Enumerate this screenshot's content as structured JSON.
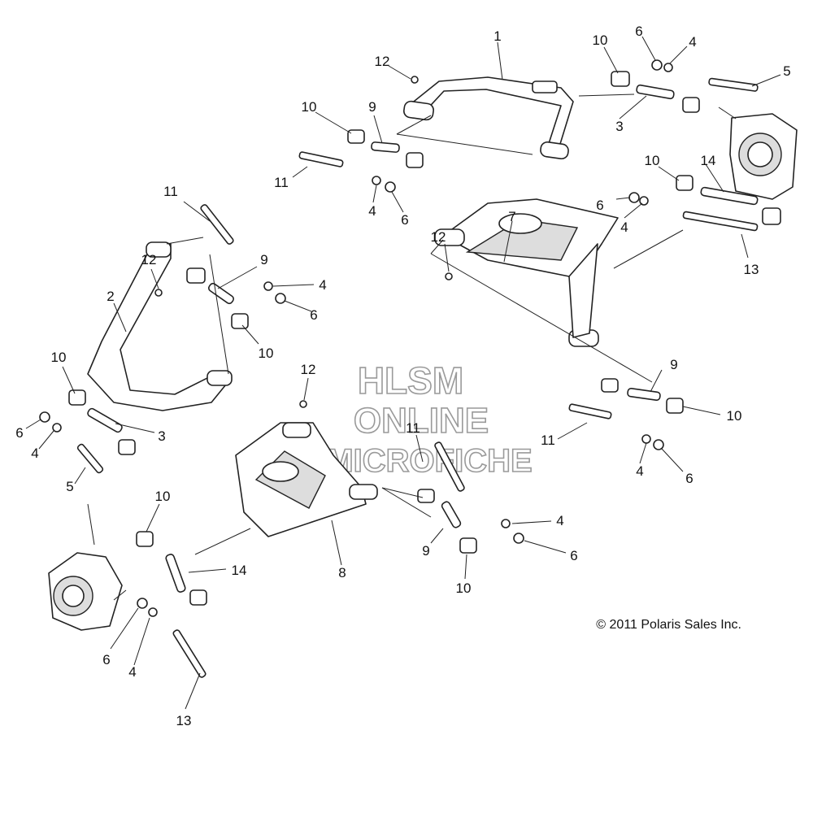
{
  "diagram": {
    "watermark": [
      "HLSM",
      "ONLINE",
      "MICROFICHE"
    ],
    "copyright": "© 2011 Polaris Sales Inc.",
    "callouts": [
      {
        "id": "c1",
        "label": "1"
      },
      {
        "id": "c10a",
        "label": "10"
      },
      {
        "id": "c6a",
        "label": "6"
      },
      {
        "id": "c4a",
        "label": "4"
      },
      {
        "id": "c5a",
        "label": "5"
      },
      {
        "id": "c12a",
        "label": "12"
      },
      {
        "id": "c10b",
        "label": "10"
      },
      {
        "id": "c9a",
        "label": "9"
      },
      {
        "id": "c3a",
        "label": "3"
      },
      {
        "id": "c11a",
        "label": "11"
      },
      {
        "id": "c4b",
        "label": "4"
      },
      {
        "id": "c6b",
        "label": "6"
      },
      {
        "id": "c10c",
        "label": "10"
      },
      {
        "id": "c14a",
        "label": "14"
      },
      {
        "id": "c6c",
        "label": "6"
      },
      {
        "id": "c4c",
        "label": "4"
      },
      {
        "id": "c13a",
        "label": "13"
      },
      {
        "id": "c7",
        "label": "7"
      },
      {
        "id": "c12b",
        "label": "12"
      },
      {
        "id": "c11b",
        "label": "11"
      },
      {
        "id": "c12c",
        "label": "12"
      },
      {
        "id": "c9b",
        "label": "9"
      },
      {
        "id": "c4d",
        "label": "4"
      },
      {
        "id": "c6d",
        "label": "6"
      },
      {
        "id": "c2",
        "label": "2"
      },
      {
        "id": "c10d",
        "label": "10"
      },
      {
        "id": "c10e",
        "label": "10"
      },
      {
        "id": "c6e",
        "label": "6"
      },
      {
        "id": "c4e",
        "label": "4"
      },
      {
        "id": "c3b",
        "label": "3"
      },
      {
        "id": "c5b",
        "label": "5"
      },
      {
        "id": "c12d",
        "label": "12"
      },
      {
        "id": "c9c",
        "label": "9"
      },
      {
        "id": "c10f",
        "label": "10"
      },
      {
        "id": "c11c",
        "label": "11"
      },
      {
        "id": "c4f",
        "label": "4"
      },
      {
        "id": "c6f",
        "label": "6"
      },
      {
        "id": "c11d",
        "label": "11"
      },
      {
        "id": "c10g",
        "label": "10"
      },
      {
        "id": "c14b",
        "label": "14"
      },
      {
        "id": "c8",
        "label": "8"
      },
      {
        "id": "c9d",
        "label": "9"
      },
      {
        "id": "c4g",
        "label": "4"
      },
      {
        "id": "c6g",
        "label": "6"
      },
      {
        "id": "c10h",
        "label": "10"
      },
      {
        "id": "c6h",
        "label": "6"
      },
      {
        "id": "c4h",
        "label": "4"
      },
      {
        "id": "c13b",
        "label": "13"
      }
    ]
  }
}
